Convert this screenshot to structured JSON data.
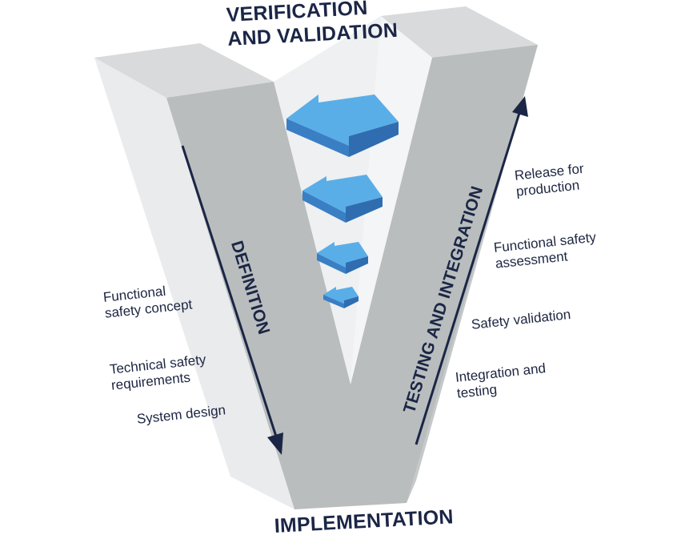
{
  "top_title": {
    "line1": "VERIFICATION",
    "line2": "AND VALIDATION"
  },
  "bottom_title": "IMPLEMENTATION",
  "left_arm_label": "DEFINITION",
  "right_arm_label": "TESTING AND INTEGRATION",
  "left_steps": [
    {
      "line1": "Functional",
      "line2": "safety concept"
    },
    {
      "line1": "Technical safety",
      "line2": "requirements"
    },
    {
      "line1": "System design",
      "line2": ""
    }
  ],
  "right_steps": [
    {
      "line1": "Release for",
      "line2": "production"
    },
    {
      "line1": "Functional safety",
      "line2": "assessment"
    },
    {
      "line1": "Safety validation",
      "line2": ""
    },
    {
      "line1": "Integration and",
      "line2": "testing"
    }
  ],
  "colors": {
    "front_face": "#b8bcbc",
    "side_face": "#e6e8e9",
    "top_face": "#d4d6d7",
    "arrow_light": "#5aaee8",
    "arrow_dark": "#3a7fc4",
    "text_dark": "#1b2646"
  }
}
